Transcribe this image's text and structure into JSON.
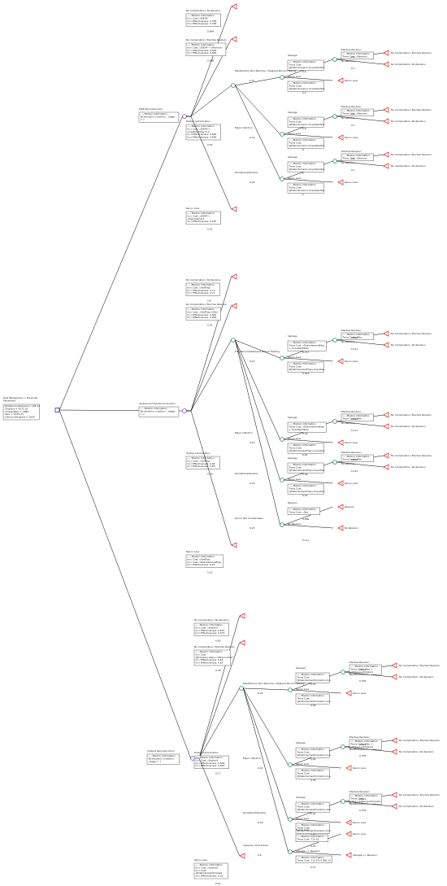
{
  "root": {
    "title_lines": [
      "Post Mastectomy + Expander",
      "Placement"
    ],
    "box_lines": [
      "@DetermineImplant = 189.12",
      "cImplant = 4271.91",
      "cImplantRev = 1880",
      "cRev = 1974.23",
      "uDiscountImplant = 1009"
    ]
  },
  "tree": [
    {
      "type": "branch",
      "name": "DIEP Reconstruction",
      "box": [
        "---- Markov Information",
        "Termination condition: _stage",
        "= 7"
      ],
      "children": [
        {
          "type": "leaf",
          "name": "No Complication, No Revision",
          "box": [
            "---- Markov Information",
            "Incr Cost: cDIEAP",
            "Incr Effectiveness: 0.768",
            "Incr Effectiveness: 0.768"
          ],
          "prob": "0.864"
        },
        {
          "type": "leaf",
          "name": "No Complication, Elective Revision",
          "box": [
            "---- Markov Information",
            "Incr Cost: cDIEAP + cRevision",
            "Incr Effectiveness: 0.699",
            "Incr Effectiveness: 0.699"
          ],
          "prob": "0.096"
        },
        {
          "type": "chance",
          "name": "Postop Complication",
          "box": [
            "---- Markov Information",
            "Incr Cost: cDIEAP +",
            "cInpatientStay*0.2",
            "Incr Effectiveness: 0.696",
            "Incr Effectiveness: 0.696"
          ],
          "prob": "0.03",
          "children": [
            {
              "type": "chance",
              "name": "Mastectomy Skin Necrosis / Delayed Wound Healing",
              "prob": "0.37",
              "children": [
                {
                  "type": "chance",
                  "name": "Salvage",
                  "box": [
                    "---- Markov Information",
                    "Trans Cost:",
                    "@Debridement+cInpatientSta"
                  ],
                  "prob": "0.8",
                  "children": [
                    {
                      "type": "leaf",
                      "name": "Elective Revision",
                      "box": [
                        "---- Markov Information",
                        "Trans Cost: cRevision"
                      ],
                      "prob": "0.1"
                    },
                    {
                      "type": "leaf",
                      "name": "No Revision",
                      "prob": "0.1"
                    }
                  ]
                },
                {
                  "type": "leaf",
                  "name": "Recon Loss",
                  "box": [
                    "---- Markov Information",
                    "Trans Cost:",
                    "@Debridement+cInpatientSta"
                  ],
                  "prob": "0.2"
                }
              ]
            },
            {
              "type": "chance",
              "name": "Major Infection",
              "prob": "0.19",
              "children": [
                {
                  "type": "chance",
                  "name": "Salvage",
                  "box": [
                    "---- Markov Information",
                    "Trans Cost:",
                    "@Debridement+cInpatientSta"
                  ],
                  "prob": "0.8",
                  "children": [
                    {
                      "type": "leaf",
                      "name": "Elective Revision",
                      "box": [
                        "---- Markov Information",
                        "Trans Cost: cRevision"
                      ],
                      "prob": "0.1"
                    },
                    {
                      "type": "leaf",
                      "name": "No Revision",
                      "prob": "0.1"
                    }
                  ]
                },
                {
                  "type": "leaf",
                  "name": "Recon Loss",
                  "box": [
                    "---- Markov Information",
                    "Trans Cost:",
                    "@Debridement+cInpatientSta"
                  ],
                  "prob": "0"
                }
              ]
            },
            {
              "type": "chance",
              "name": "Hematoma/Seroma",
              "prob": "0.44",
              "children": [
                {
                  "type": "chance",
                  "name": "Salvage",
                  "box": [
                    "---- Markov Information",
                    "Trans Cost:",
                    "@Debridement+cInpatientSta"
                  ],
                  "prob": "1",
                  "children": [
                    {
                      "type": "leaf",
                      "name": "Elective Revision",
                      "box": [
                        "---- Markov Information",
                        "Trans Cost: cRevision"
                      ],
                      "prob": "0.1"
                    },
                    {
                      "type": "leaf",
                      "name": "No Revision",
                      "prob": "0.1"
                    }
                  ]
                },
                {
                  "type": "leaf",
                  "name": "Recon Loss",
                  "box": [
                    "---- Markov Information",
                    "Trans Cost:",
                    "@Debridement+cInpatientSta"
                  ],
                  "prob": "0"
                }
              ]
            }
          ]
        },
        {
          "type": "leaf",
          "name": "Recon Loss",
          "box": [
            "---- Markov Information",
            "Incr Cost: cDIEAP +",
            "cDebridement",
            "Incr Effectiveness: 0.015"
          ],
          "prob": "0.01"
        }
      ]
    },
    {
      "type": "branch",
      "name": "Abdominal Flap Reconstruction",
      "box": [
        "---- Markov Information",
        "Termination condition: _stage",
        "= 7"
      ],
      "children": [
        {
          "type": "leaf",
          "name": "No Complication, No Revision",
          "box": [
            "---- Markov Information",
            "Incr Cost: cAbdFlap",
            "Incr Effectiveness: 0.71",
            "Incr Effectiveness: 0.71"
          ],
          "prob": "0.8"
        },
        {
          "type": "leaf",
          "name": "No Complication, Elective Revision",
          "box": [
            "---- Markov Information",
            "Incr Cost: cAbdFlap+cRev",
            "Incr Effectiveness: 0.682",
            "Incr Effectiveness: 0.682"
          ],
          "prob": "0.02"
        },
        {
          "type": "chance",
          "name": "Postop Complication",
          "box": [
            "---- Markov Information",
            "Incr Cost: cAbdFlap",
            "Incr Effectiveness: 0.66",
            "Incr Effectiveness: 0.66"
          ],
          "prob": "0.18",
          "children": [
            {
              "type": "chance",
              "name": "Flap Necrosis/Delayed Wound Healing",
              "prob": "0.19",
              "children": [
                {
                  "type": "chance",
                  "name": "Salvage",
                  "box": [
                    "---- Markov Information",
                    "Trans Cost: cDebridementFlap",
                    "+ cInpatientStay"
                  ],
                  "prob": "0.977",
                  "children": [
                    {
                      "type": "leaf",
                      "name": "Elective Revision",
                      "box": [
                        "---- Markov Information",
                        "Trans Cost: cRev"
                      ],
                      "prob": "0.889"
                    },
                    {
                      "type": "leaf",
                      "name": "No Revision",
                      "prob": "0.111"
                    }
                  ]
                },
                {
                  "type": "leaf",
                  "name": "Recon Loss",
                  "box": [
                    "---- Markov Information",
                    "Trans Cost:",
                    "@DebridementFlap+cInpatien"
                  ],
                  "prob": "0.023"
                }
              ]
            },
            {
              "type": "chance",
              "name": "Major Infection",
              "prob": "0.23",
              "children": [
                {
                  "type": "chance",
                  "name": "Salvage",
                  "box": [
                    "---- Markov Information",
                    "Trans Cost: cDebridementFlap",
                    "+ cInpatientStay"
                  ],
                  "prob": "0.99",
                  "children": [
                    {
                      "type": "leaf",
                      "name": "Elective Revision",
                      "box": [
                        "---- Markov Information",
                        "Trans Cost: cRev"
                      ],
                      "prob": "0.889"
                    },
                    {
                      "type": "leaf",
                      "name": "No Revision",
                      "prob": "0.111"
                    }
                  ]
                },
                {
                  "type": "leaf",
                  "name": "Recon Loss",
                  "box": [
                    "---- Markov Information",
                    "Trans Cost:",
                    "@DebridementFlap+cInpatien"
                  ],
                  "prob": "0.01"
                }
              ]
            },
            {
              "type": "chance",
              "name": "Hematoma/Seroma",
              "prob": "0.33",
              "children": [
                {
                  "type": "chance",
                  "name": "Salvage",
                  "box": [
                    "---- Markov Information",
                    "Trans Cost:",
                    "@DebridementFlap+cInpatien"
                  ],
                  "prob": "0.99",
                  "children": [
                    {
                      "type": "leaf",
                      "name": "Elective Revision",
                      "box": [
                        "---- Markov Information",
                        "Trans Cost: cRev"
                      ],
                      "prob": "0.889"
                    },
                    {
                      "type": "leaf",
                      "name": "No Revision",
                      "prob": "0.111"
                    }
                  ]
                },
                {
                  "type": "leaf",
                  "name": "Recon Loss",
                  "box": [
                    "---- Markov Information",
                    "Trans Cost:",
                    "@DebridementFlap+cInpatien"
                  ],
                  "prob": "0.01"
                }
              ]
            },
            {
              "type": "chance",
              "name": "Donor Site Complication",
              "prob": "0.25",
              "children": [
                {
                  "type": "leaf",
                  "name": "Revision",
                  "box": [
                    "---- Markov Information",
                    "Trans Cost: cRev"
                  ],
                  "prob": "0.889"
                },
                {
                  "type": "leaf",
                  "name": "No Revision",
                  "prob": "0.111"
                }
              ]
            }
          ]
        },
        {
          "type": "leaf",
          "name": "Recon Loss",
          "box": [
            "---- Markov Information",
            "Incr Cost: cAbdFlap",
            "Incr Cost: cDebridementFlap",
            "Incr Effectiveness: 0.03"
          ],
          "prob": "0.02"
        }
      ]
    },
    {
      "type": "branch",
      "name": "Implant Reconstruction",
      "box": [
        "---- Markov Information",
        "Termination condition:",
        "_stage = 7"
      ],
      "children": [
        {
          "type": "leaf",
          "name": "No Complication, No Revision",
          "box": [
            "---- Markov Information",
            "Incr Cost: cImplant",
            "Incr Effectiveness: 0.675",
            "Incr Effectiveness: 0.675"
          ],
          "prob": "0.65"
        },
        {
          "type": "leaf",
          "name": "No Complication, Elective Revision",
          "box": [
            "---- Markov Information",
            "Incr Cost:",
            "@Implant+cRev+cUDiscounted",
            "Incr Effectiveness: 0.65",
            "Incr Effectiveness: 0.65"
          ],
          "prob": "0.28"
        },
        {
          "type": "chance",
          "name": "Postop Complication",
          "box": [
            "---- Markov Information",
            "Incr Cost: cImplant",
            "Incr Effectiveness: 0.628",
            "Incr Effectiveness: 0.628"
          ],
          "prob": "0.17",
          "children": [
            {
              "type": "chance",
              "name": "Mastectomy Skin Necrosis / Delayed Wound Healing",
              "prob": "0.23",
              "children": [
                {
                  "type": "chance",
                  "name": "Salvage",
                  "box": [
                    "---- Markov Information",
                    "Trans Cost:",
                    "@DebridementImplant+cIns"
                  ],
                  "prob": "0.32",
                  "children": [
                    {
                      "type": "leaf",
                      "name": "Elective Revision",
                      "box": [
                        "---- Markov Information",
                        "Trans Cost: cRev +",
                        "cUDiscountImplant"
                      ],
                      "prob": "0.622"
                    },
                    {
                      "type": "leaf",
                      "name": "No Revision",
                      "prob": "0.378"
                    }
                  ]
                },
                {
                  "type": "leaf",
                  "name": "Recon Loss",
                  "box": [
                    "---- Markov Information",
                    "Trans Cost:",
                    "@DebridementImplant+cIns"
                  ],
                  "prob": "0.68"
                }
              ]
            },
            {
              "type": "chance",
              "name": "Major Infection",
              "prob": "0.44",
              "children": [
                {
                  "type": "chance",
                  "name": "Salvage",
                  "box": [
                    "---- Markov Information",
                    "Trans Cost:",
                    "@DebridementImplant+cIns"
                  ],
                  "prob": "0.64",
                  "children": [
                    {
                      "type": "leaf",
                      "name": "Elective Revision",
                      "box": [
                        "---- Markov Information",
                        "Trans Cost: cRev +",
                        "cUDiscountImplant"
                      ],
                      "prob": "0.622"
                    },
                    {
                      "type": "leaf",
                      "name": "No Revision",
                      "prob": "0.378"
                    }
                  ]
                },
                {
                  "type": "leaf",
                  "name": "Recon Loss",
                  "box": [
                    "---- Markov Information",
                    "Trans Cost:",
                    "@DebridementImplant+cIns"
                  ],
                  "prob": "0.36"
                }
              ]
            },
            {
              "type": "chance",
              "name": "Hematoma/Seroma",
              "prob": "0.18",
              "children": [
                {
                  "type": "chance",
                  "name": "Salvage",
                  "box": [
                    "---- Markov Information",
                    "Trans Cost:",
                    "@DebridementImplant+cIns"
                  ],
                  "prob": "0.91",
                  "children": [
                    {
                      "type": "leaf",
                      "name": "Elective Revision",
                      "box": [
                        "---- Markov Information",
                        "Trans Cost:",
                        "cRev+cUDiscountImplant"
                      ],
                      "prob": "0.622"
                    },
                    {
                      "type": "leaf",
                      "name": "No Revision",
                      "prob": "0.378"
                    }
                  ]
                },
                {
                  "type": "leaf",
                  "name": "Recon Loss",
                  "box": [
                    "---- Markov Information",
                    "Trans Cost:",
                    "@DebridementImplant+cIns"
                  ],
                  "prob": "0.09"
                }
              ]
            },
            {
              "type": "chance",
              "name": "Capsular Contracture",
              "box": [
                "---- Markov Information",
                "Incr Cost: cImplant",
                "Incr Effectiveness: 0.625",
                "Incr Effectiveness: 0.625"
              ],
              "prob": "0.6",
              "children": [
                {
                  "type": "leaf",
                  "name": "Recon Loss",
                  "box": [
                    "---- Markov Information",
                    "Trans Cost: 713.51"
                  ],
                  "prob": "0.25"
                },
                {
                  "type": "leaf",
                  "name": "Salvage +/- Revision",
                  "box": [
                    "---- Markov Information",
                    "Trans Cost: 713.51+1996.19"
                  ],
                  "prob": "0.75",
                  "end": "No Complication, Elective Revision"
                }
              ]
            }
          ]
        },
        {
          "type": "leaf",
          "name": "Recon Loss",
          "box": [
            "---- Markov Information",
            "Incr Cost: cImplant",
            "Incr Cost:",
            "@DebridementImplant",
            "Incr Effectiveness: 0.03"
          ],
          "prob": "0.01"
        }
      ]
    }
  ],
  "colors": {
    "line": "#000000",
    "chance_node": "#2e8b57",
    "markov_node": "#8e44ad",
    "decision_node": "#1f3a93",
    "terminal": "#d62728",
    "box_border": "#333333"
  }
}
